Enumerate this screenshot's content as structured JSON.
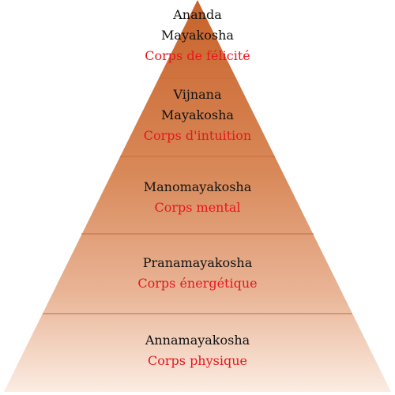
{
  "colors": {
    "apex": "#c8622a",
    "base": "#fbece2",
    "divider": "#c86a3a",
    "sanskrit_text": "#111111",
    "french_text": "#e8151b"
  },
  "layers": [
    {
      "sanskrit_line1": "Ananda",
      "sanskrit_line2": "Mayakosha",
      "french": "Corps de félicité"
    },
    {
      "sanskrit_line1": "Vijnana",
      "sanskrit_line2": "Mayakosha",
      "french": "Corps d'intuition"
    },
    {
      "sanskrit": "Manomayakosha",
      "french": "Corps mental"
    },
    {
      "sanskrit": "Pranamayakosha",
      "french": "Corps énergétique"
    },
    {
      "sanskrit": "Annamayakosha",
      "french": "Corps physique"
    }
  ]
}
